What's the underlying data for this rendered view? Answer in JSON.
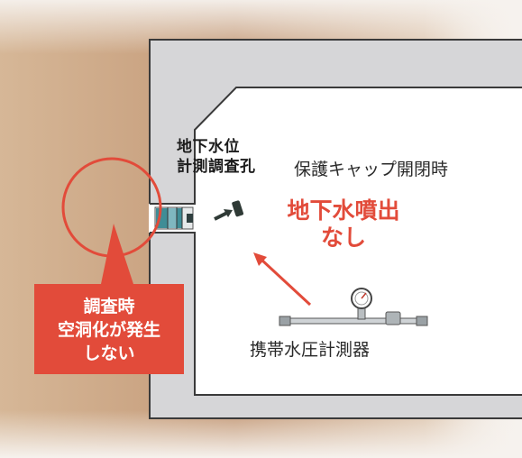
{
  "hole_label": [
    "地下水位",
    "計測調査孔"
  ],
  "cap_label": "保護キャップ開閉時",
  "result_label": [
    "地下水噴出",
    "なし"
  ],
  "gauge_label": "携帯水圧計測器",
  "callout_label": [
    "調査時",
    "空洞化が発生",
    "しない"
  ],
  "colors": {
    "red": "#e24b3a",
    "soil": "#c9a383",
    "wall": "#d6d6d8"
  },
  "icons": [
    "pressure-gauge-icon",
    "arrow-icon",
    "protective-cap-icon"
  ]
}
